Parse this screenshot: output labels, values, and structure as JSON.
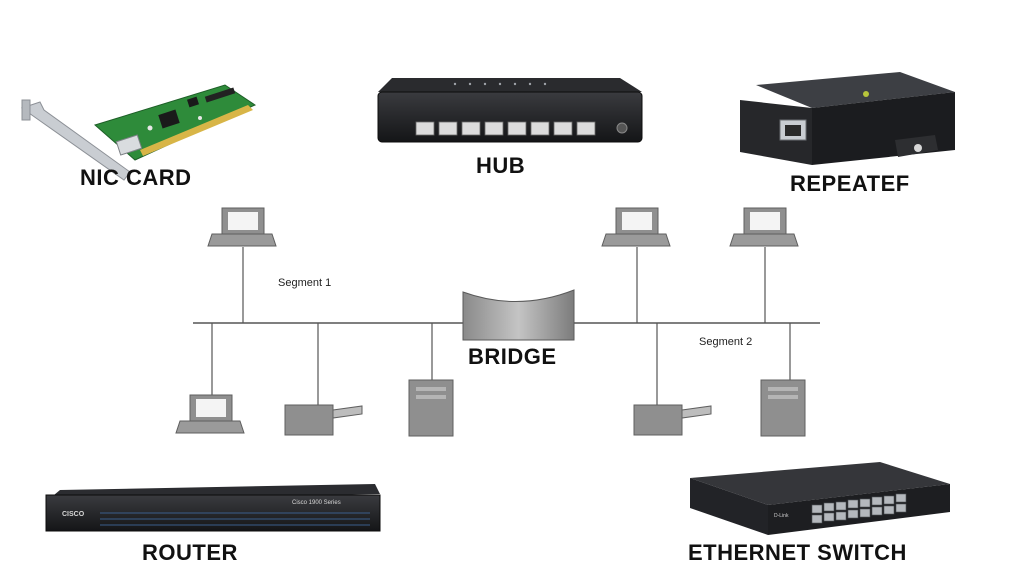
{
  "labels": {
    "nic": "NIC CARD",
    "hub": "HUB",
    "repeater": "REPEATEF",
    "bridge": "BRIDGE",
    "router": "ROUTER",
    "switch": "ETHERNET SWITCH",
    "segment1": "Segment 1",
    "segment2": "Segment 2"
  },
  "device_markings": {
    "router_brand": "CISCO",
    "router_model": "Cisco 1900 Series",
    "switch_brand": "D-Link"
  },
  "colors": {
    "device_body": "#1e1f22",
    "pcb_green": "#2e8b3a",
    "bracket_silver": "#c9cdd2",
    "node_gray": "#8f8f8f",
    "bus_line": "#555555",
    "port_blue": "#4a6f9c"
  }
}
